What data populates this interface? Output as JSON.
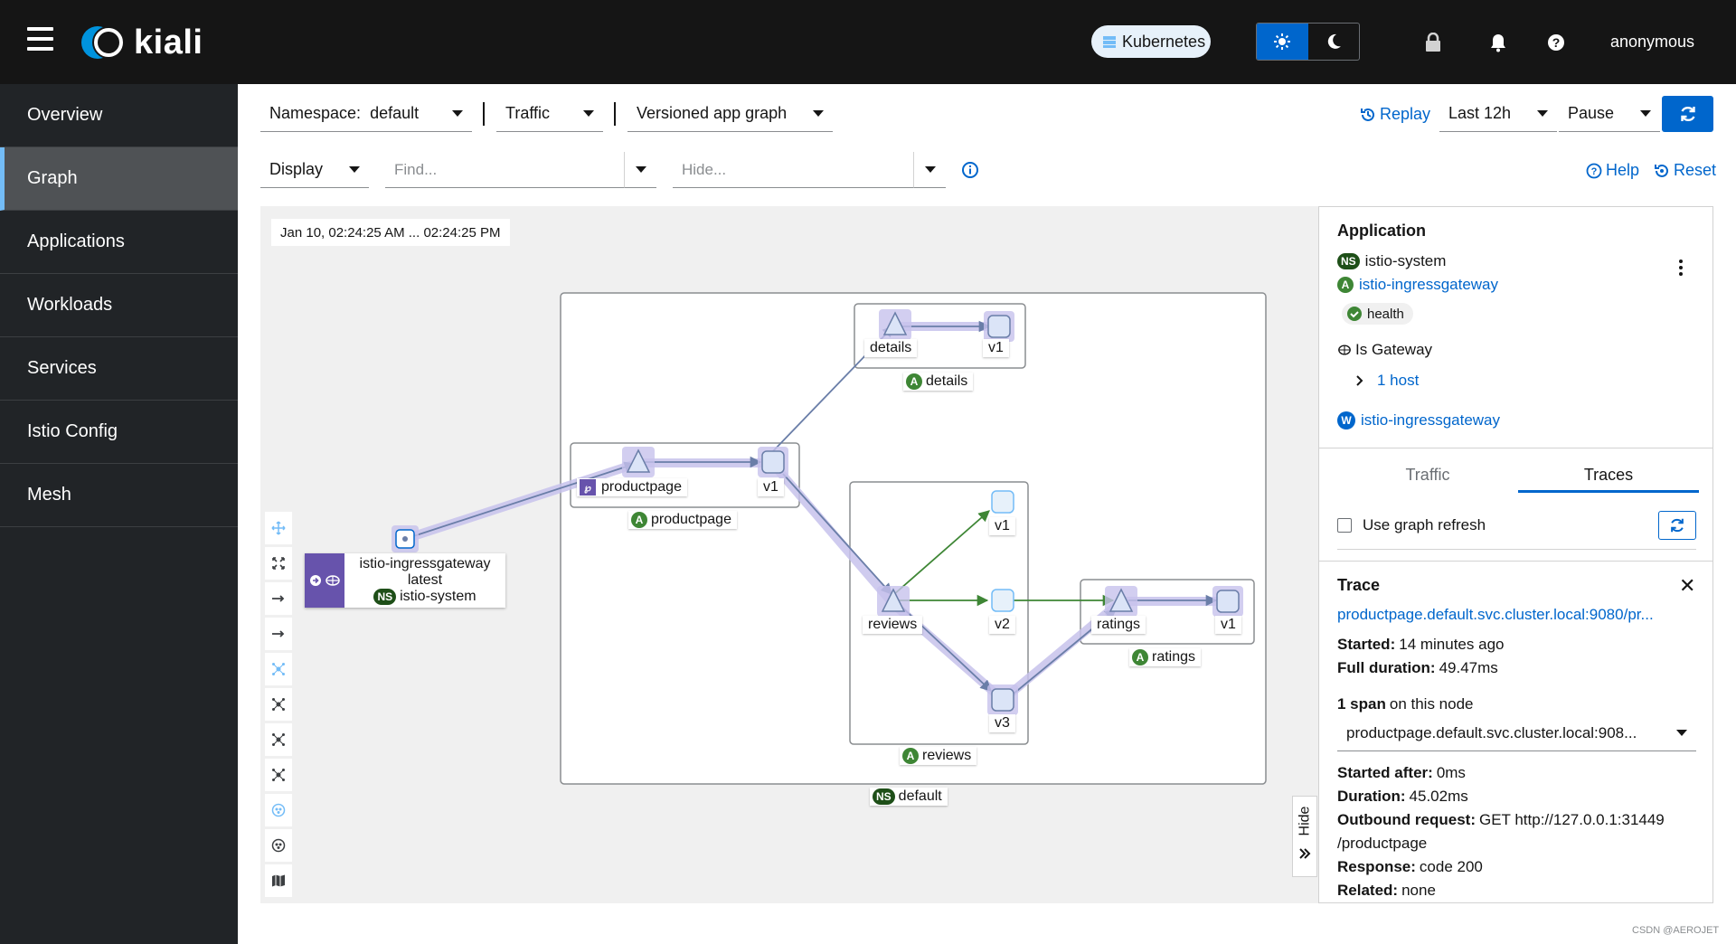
{
  "header": {
    "app_name": "kiali",
    "cluster_chip": "Kubernetes",
    "user": "anonymous"
  },
  "sidebar": {
    "items": [
      {
        "label": "Overview"
      },
      {
        "label": "Graph",
        "active": true
      },
      {
        "label": "Applications"
      },
      {
        "label": "Workloads"
      },
      {
        "label": "Services"
      },
      {
        "label": "Istio Config"
      },
      {
        "label": "Mesh"
      }
    ]
  },
  "toolbar": {
    "namespace_label": "Namespace:",
    "namespace_value": "default",
    "traffic_label": "Traffic",
    "graph_type": "Versioned app graph",
    "replay_label": "Replay",
    "duration": "Last 12h",
    "refresh_interval": "Pause",
    "display_label": "Display",
    "find_placeholder": "Find...",
    "hide_placeholder": "Hide...",
    "help_label": "Help",
    "reset_label": "Reset"
  },
  "graph": {
    "timestamp": "Jan 10, 02:24:25 AM ... 02:24:25 PM",
    "namespace_box": "default",
    "gateway": {
      "name": "istio-ingressgateway",
      "version": "latest",
      "namespace": "istio-system"
    },
    "apps": {
      "productpage": "productpage",
      "details": "details",
      "reviews": "reviews",
      "ratings": "ratings"
    },
    "nodes": {
      "productpage_svc": "productpage",
      "productpage_v1": "v1",
      "details_svc": "details",
      "details_v1": "v1",
      "reviews_svc": "reviews",
      "reviews_v1": "v1",
      "reviews_v2": "v2",
      "reviews_v3": "v3",
      "ratings_svc": "ratings",
      "ratings_v1": "v1"
    },
    "hide_tab": "Hide"
  },
  "panel": {
    "title": "Application",
    "namespace": "istio-system",
    "app": "istio-ingressgateway",
    "health": "health",
    "is_gateway": "Is Gateway",
    "hosts": "1 host",
    "workload": "istio-ingressgateway",
    "tabs": {
      "traffic": "Traffic",
      "traces": "Traces"
    },
    "use_graph_refresh": "Use graph refresh",
    "trace": {
      "title": "Trace",
      "link": "productpage.default.svc.cluster.local:9080/pr...",
      "started_label": "Started:",
      "started_value": "14 minutes ago",
      "full_duration_label": "Full duration:",
      "full_duration_value": "49.47ms",
      "span_count": "1 span",
      "span_suffix": "on this node",
      "span_select": "productpage.default.svc.cluster.local:908...",
      "started_after_label": "Started after:",
      "started_after_value": "0ms",
      "duration_label": "Duration:",
      "duration_value": "45.02ms",
      "outbound_label": "Outbound request:",
      "outbound_value": "GET http://127.0.0.1:31449",
      "outbound_path": "/productpage",
      "response_label": "Response:",
      "response_value": "code 200",
      "related_label": "Related:",
      "related_value": "none"
    }
  },
  "watermark": "CSDN @AEROJET",
  "colors": {
    "masthead": "#151515",
    "sidebar": "#212427",
    "primary": "#0066cc",
    "app_badge": "#3e8635",
    "edge_healthy": "#3e8635",
    "edge_default": "#6a7ea8"
  }
}
